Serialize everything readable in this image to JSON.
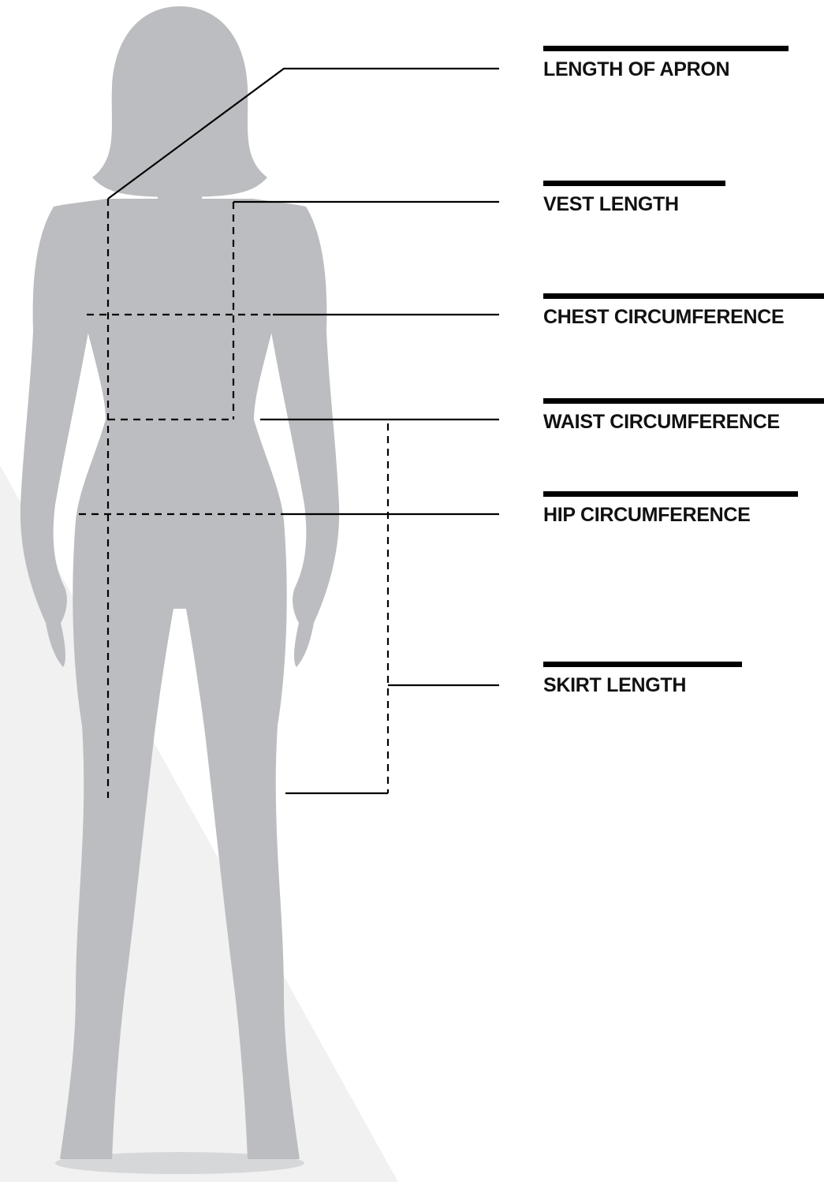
{
  "colors": {
    "silhouette": "#bcbdc0",
    "backdrop": "#f1f1f2",
    "line": "#000000"
  },
  "measurements": [
    {
      "id": "apron",
      "label": "LENGTH OF APRON"
    },
    {
      "id": "vest",
      "label": "VEST LENGTH"
    },
    {
      "id": "chest",
      "label": "CHEST CIRCUMFERENCE"
    },
    {
      "id": "waist",
      "label": "WAIST CIRCUMFERENCE"
    },
    {
      "id": "hip",
      "label": "HIP CIRCUMFERENCE"
    },
    {
      "id": "skirt",
      "label": "SKIRT LENGTH"
    }
  ]
}
